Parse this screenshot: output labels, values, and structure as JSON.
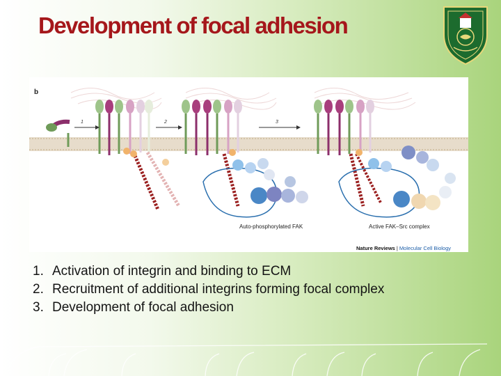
{
  "slide": {
    "title": "Development of focal adhesion"
  },
  "figure": {
    "panel_letter": "b",
    "step_labels": [
      "1",
      "2",
      "3"
    ],
    "caption_left": "Auto-phosphorylated FAK",
    "caption_right": "Active FAK–Src complex",
    "credit_journal": "Nature Reviews",
    "credit_separator": "|",
    "credit_subject": "Molecular Cell Biology"
  },
  "steps": [
    {
      "number": "1.",
      "text": "Activation of integrin and binding to ECM"
    },
    {
      "number": "2.",
      "text": "Recruitment of additional integrins forming focal complex"
    },
    {
      "number": "3.",
      "text": "Development of focal adhesion"
    }
  ],
  "colors": {
    "title": "#a5171b",
    "logo_green": "#1c6b2e",
    "membrane": "#d8cbb4",
    "accent_blue": "#1d5ea8"
  },
  "icons": {
    "logo": "university-emblem-icon"
  }
}
